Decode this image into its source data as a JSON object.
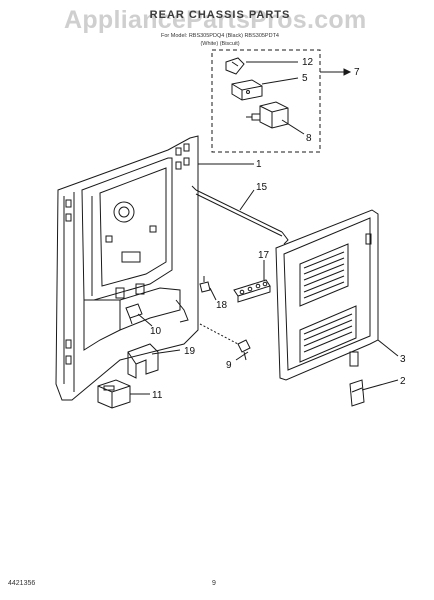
{
  "header": {
    "watermark": "AppliancePartsPros.com",
    "title": "REAR CHASSIS PARTS",
    "subtitle": "For Model: RBS305PDQ4 (Black) RBS305PDT4",
    "subtitle2": "(White)    (Biscuit)"
  },
  "callouts": [
    "1",
    "2",
    "3",
    "5",
    "7",
    "8",
    "9",
    "10",
    "11",
    "12",
    "15",
    "17",
    "18",
    "19"
  ],
  "footer": {
    "doc_number": "4421356",
    "page_number": "9"
  },
  "colors": {
    "line": "#1a1a1a",
    "watermark": "#cfcfcf"
  }
}
